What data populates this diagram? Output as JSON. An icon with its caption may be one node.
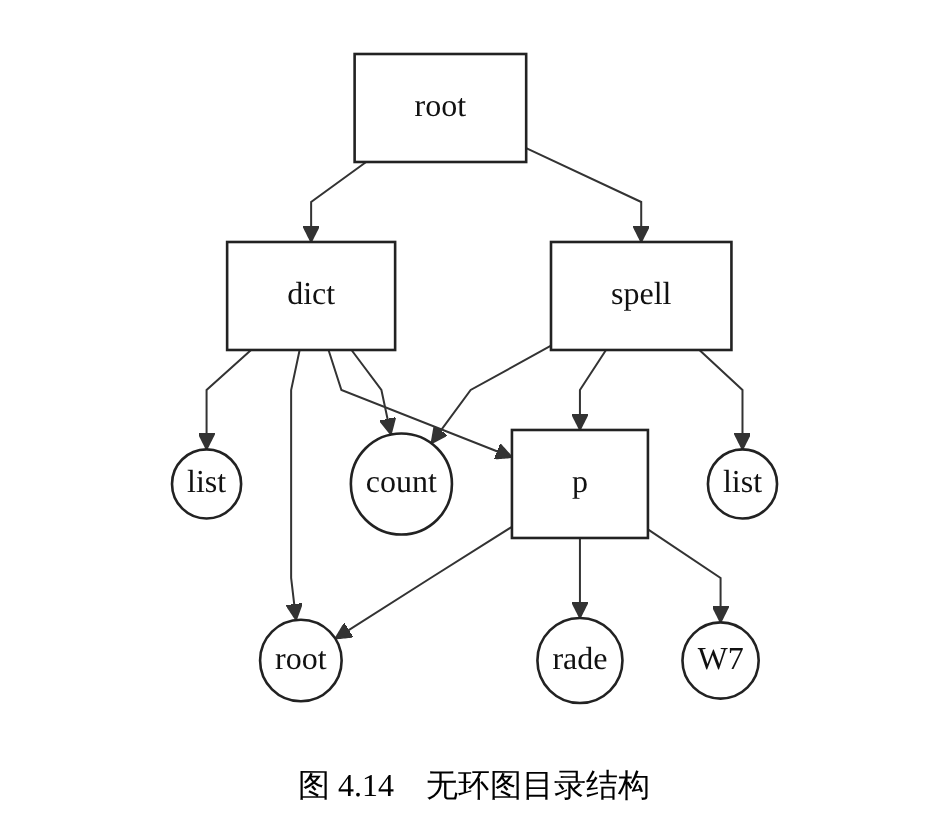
{
  "diagram": {
    "caption": "图 4.14　无环图目录结构",
    "nodes": [
      {
        "text": [
          "root"
        ]
      },
      {
        "text": [
          "dict"
        ]
      },
      {
        "text": [
          "spell"
        ]
      },
      {
        "text": [
          "list"
        ]
      },
      {
        "text": [
          "count"
        ]
      },
      {
        "text": [
          "list"
        ]
      },
      {
        "text": [
          "p"
        ]
      },
      {
        "text": [
          "root"
        ]
      },
      {
        "text": [
          "rade"
        ]
      },
      {
        "text": [
          "W7"
        ]
      }
    ],
    "edges": [
      {
        "from": 0,
        "to": 1,
        "arrow": "to"
      },
      {
        "from": 0,
        "to": 2,
        "arrow": "to"
      },
      {
        "from": 1,
        "to": 3,
        "arrow": "to"
      },
      {
        "from": 1,
        "to": 7,
        "arrow": "to"
      },
      {
        "from": 1,
        "to": 6,
        "arrow": "to"
      },
      {
        "from": 1,
        "to": 4,
        "arrow": "to"
      },
      {
        "from": 2,
        "to": 4,
        "arrow": "to"
      },
      {
        "from": 2,
        "to": 6,
        "arrow": "to"
      },
      {
        "from": 2,
        "to": 5,
        "arrow": "to"
      },
      {
        "from": 6,
        "to": 7,
        "arrow": "to"
      },
      {
        "from": 6,
        "to": 8,
        "arrow": "to"
      },
      {
        "from": 6,
        "to": 9,
        "arrow": "to"
      }
    ]
  }
}
